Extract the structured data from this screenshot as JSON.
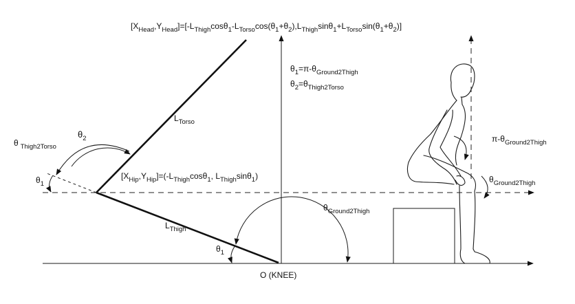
{
  "labels": {
    "head_eq_prefix": "[X",
    "head_eq_sub_head1": "Head",
    "head_eq_mid1": ",Y",
    "head_eq_sub_head2": "Head",
    "head_eq_rhs1": "]=[-L",
    "head_eq_sub_thigh1": "Thigh",
    "head_eq_cos": "cosθ",
    "head_eq_sub_1a": "1",
    "head_eq_minusL": "-L",
    "head_eq_sub_torso1": "Torso",
    "head_eq_cos2": "cos(θ",
    "head_eq_sub_1b": "1",
    "head_eq_plus1": "+θ",
    "head_eq_sub_2a": "2",
    "head_eq_close1": "),L",
    "head_eq_sub_thigh2": "Thigh",
    "head_eq_sin": "sinθ",
    "head_eq_sub_1c": "1",
    "head_eq_plusL": "+L",
    "head_eq_sub_torso2": "Torso",
    "head_eq_sin2": "sin(θ",
    "head_eq_sub_1d": "1",
    "head_eq_plus2": "+θ",
    "head_eq_sub_2b": "2",
    "head_eq_end": ")]",
    "theta1_def": "θ",
    "theta1_def_sub": "1",
    "theta1_def_rhs": "=π-θ",
    "theta1_def_rhs_sub": "Ground2Thigh",
    "theta2_def": "θ",
    "theta2_def_sub": "2",
    "theta2_def_rhs": "=θ",
    "theta2_def_rhs_sub": "Thigh2Torso",
    "l_torso": "L",
    "l_torso_sub": "Torso",
    "theta2": "θ",
    "theta2_sub": "2",
    "theta_thigh2torso": "θ",
    "theta_thigh2torso_sub": "Thigh2Torso",
    "theta1_left": "θ",
    "theta1_left_sub": "1",
    "hip_eq_prefix": "[X",
    "hip_eq_sub_hip1": "Hip",
    "hip_eq_mid": ",Y",
    "hip_eq_sub_hip2": "Hip",
    "hip_eq_rhs": "]=(-L",
    "hip_eq_sub_thigh1": "Thigh",
    "hip_eq_cos": "cosθ",
    "hip_eq_sub_1a": "1",
    "hip_eq_comma": ", L",
    "hip_eq_sub_thigh2": "Thigh",
    "hip_eq_sin": "sinθ",
    "hip_eq_sub_1b": "1",
    "hip_eq_end": ")",
    "l_thigh": "L",
    "l_thigh_sub": "Thigh",
    "theta1_knee": "θ",
    "theta1_knee_sub": "1",
    "theta_ground2thigh_mid": "θ",
    "theta_ground2thigh_mid_sub": "Ground2Thigh",
    "knee_origin": "O (KNEE)",
    "pi_minus_theta": "π-θ",
    "pi_minus_theta_sub": "Ground2Thigh",
    "theta_ground2thigh_right": "θ",
    "theta_ground2thigh_right_sub": "Ground2Thigh"
  }
}
